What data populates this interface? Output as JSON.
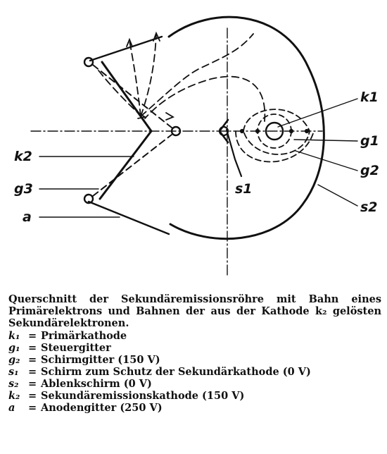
{
  "figure": {
    "labels": {
      "k1": "k1",
      "g1": "g1",
      "g2": "g2",
      "s1": "s1",
      "s2": "s2",
      "k2": "k2",
      "g3": "g3",
      "a": "a"
    }
  },
  "caption": {
    "text": "Querschnitt der Sekundäremissionsröhre mit Bahn eines Primärelektrons und Bahnen der aus der Kathode k₂ gelösten Sekundärelektronen.",
    "legend": [
      {
        "symbol": "k₁",
        "eq": "=",
        "desc": "Primärkathode"
      },
      {
        "symbol": "g₁",
        "eq": "=",
        "desc": "Steuergitter"
      },
      {
        "symbol": "g₂",
        "eq": "=",
        "desc": "Schirmgitter (150 V)"
      },
      {
        "symbol": "s₁",
        "eq": "=",
        "desc": "Schirm zum Schutz der Sekundärkathode (0 V)"
      },
      {
        "symbol": "s₂",
        "eq": "=",
        "desc": "Ablenkschirm (0 V)"
      },
      {
        "symbol": "k₂",
        "eq": "=",
        "desc": "Sekundäremissionskathode (150 V)"
      },
      {
        "symbol": "a",
        "eq": "=",
        "desc": "Anodengitter (250 V)"
      }
    ]
  }
}
